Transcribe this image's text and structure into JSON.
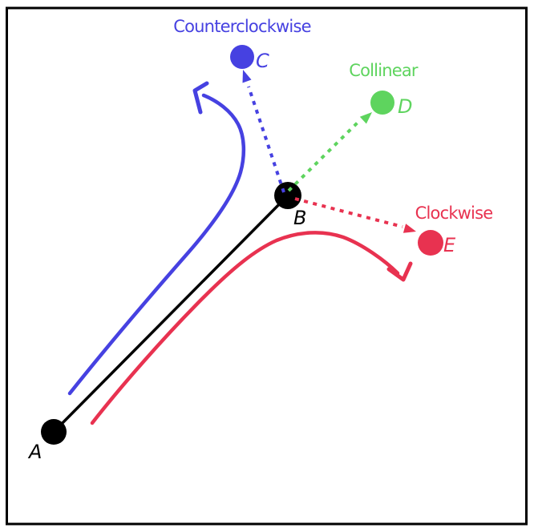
{
  "figure": {
    "background": "#ffffff",
    "frame_color": "#000000"
  },
  "colors": {
    "blue": "#4641e1",
    "green": "#5ed45e",
    "red": "#e83250",
    "black": "#000000"
  },
  "annotations": {
    "counterclockwise": "Counterclockwise",
    "collinear": "Collinear",
    "clockwise": "Clockwise"
  },
  "points": {
    "a": {
      "label": "A",
      "color": "#000000"
    },
    "b": {
      "label": "B",
      "color": "#000000"
    },
    "c": {
      "label": "C",
      "color": "#4641e1"
    },
    "d": {
      "label": "D",
      "color": "#5ed45e"
    },
    "e": {
      "label": "E",
      "color": "#e83250"
    }
  }
}
